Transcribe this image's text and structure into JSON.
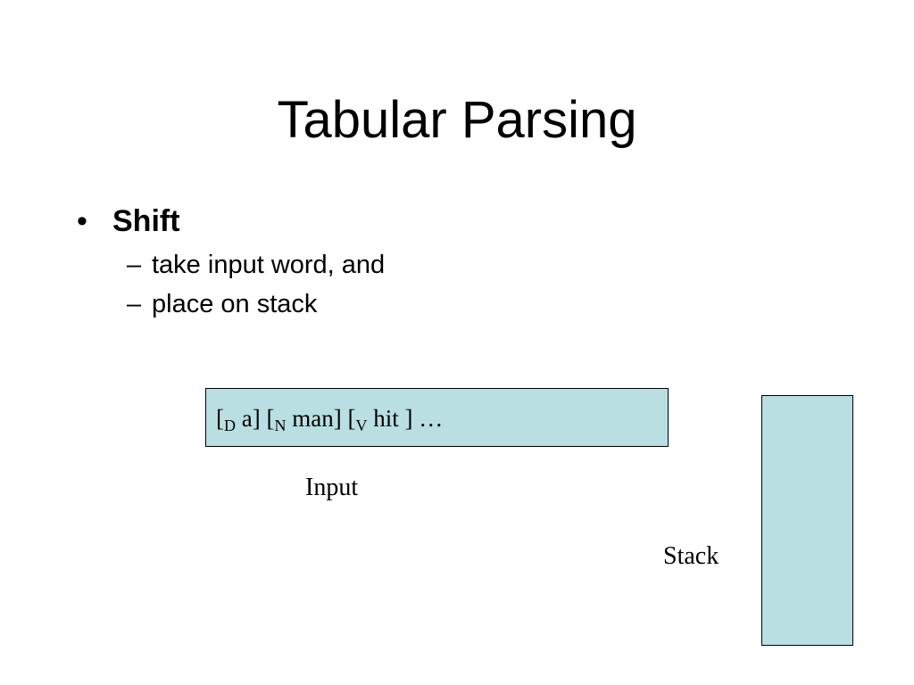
{
  "slide": {
    "title": "Tabular Parsing",
    "bullet": {
      "marker": "•",
      "text": "Shift",
      "sub_marker": "–",
      "sub_items": [
        "take input word, and",
        "place on stack"
      ]
    }
  },
  "diagram": {
    "input_tokens": [
      {
        "open": "[",
        "tag": "D",
        "word": " a]"
      },
      {
        "open": " [",
        "tag": "N",
        "word": " man]"
      },
      {
        "open": " [",
        "tag": "V",
        "word": " hit ] …"
      }
    ],
    "input_label": "Input",
    "stack_label": "Stack",
    "box_color": "#b9dfe3"
  }
}
